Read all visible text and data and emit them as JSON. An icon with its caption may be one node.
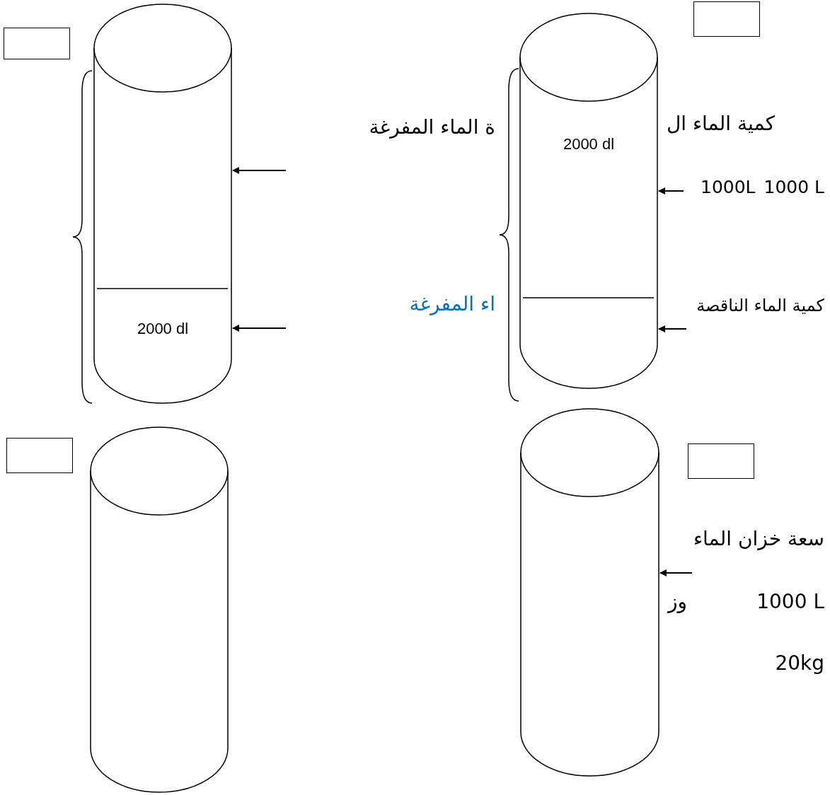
{
  "diagram": {
    "nodes": [
      {
        "text": [],
        "shape": "box"
      },
      {
        "text": [
          "2000 dl"
        ]
      },
      {
        "text": [],
        "shape": "box"
      },
      {
        "text": [
          "2000 dl"
        ]
      },
      {
        "text": [],
        "shape": "box"
      },
      {
        "text": [],
        "shape": "cylinder"
      },
      {
        "text": [],
        "shape": "cylinder"
      },
      {
        "text": [],
        "shape": "box"
      }
    ],
    "edges": [
      {
        "from": null,
        "to": 1,
        "arrow": "to"
      },
      {
        "from": null,
        "to": 1,
        "arrow": "to"
      },
      {
        "from": null,
        "to": 3,
        "arrow": "to"
      },
      {
        "from": null,
        "to": 3,
        "arrow": "to"
      },
      {
        "from": null,
        "to": 6,
        "arrow": "to"
      }
    ],
    "labels": [
      "ة الماء المفرغة",
      "كمية الماء ال",
      "1000L",
      "1000 L",
      "اء المفرغة",
      "كمية الماء الناقصة",
      "سعة خزان الماء",
      "وز",
      "1000 L",
      "20kg"
    ]
  }
}
